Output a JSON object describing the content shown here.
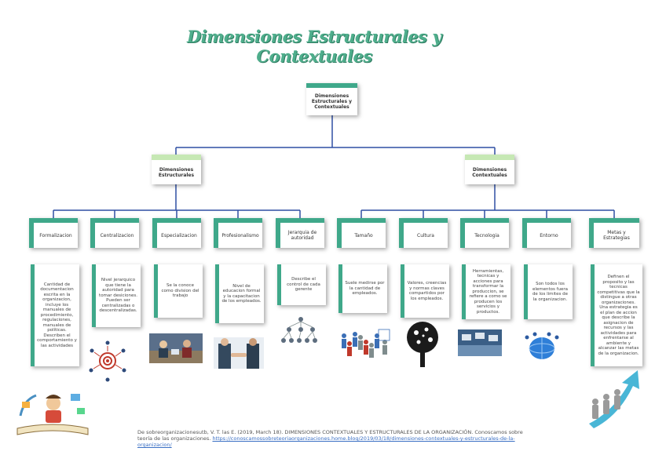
{
  "title": "Dimensiones Estructurales y Contextuales",
  "root": "Dimensiones Estructurales y Contextuales",
  "branches": {
    "estructurales": "Dimensiones Estructurales",
    "contextuales": "Dimensiones Contextuales"
  },
  "categories": [
    {
      "label": "Formalizacion",
      "desc": "Cantidad de documentacion escrita en la organizacion, incluye los manuales de procedimiento, regulaciones, manuales de políticas. Describen el comportamiento y las actividades"
    },
    {
      "label": "Centralizacion",
      "desc": "Nivel jerarquico que tiene la autoridad para tomar desiciones. Pueden ser centralizadas o descentralizadas."
    },
    {
      "label": "Especializacion",
      "desc": "Se la conoce como division del trabajo"
    },
    {
      "label": "Profesionalismo",
      "desc": "Nivel de educacion formal y la capacitacion de los empleados."
    },
    {
      "label": "Jerarquia de autoridad",
      "desc": "Describe el control de cada gerente"
    },
    {
      "label": "Tamaño",
      "desc": "Suele medirse por la cantidad de empleados."
    },
    {
      "label": "Cultura",
      "desc": "Valores, creencias y normas claves compartidos por los empleados."
    },
    {
      "label": "Tecnologia",
      "desc": "Herramientas, tecnicas y acciones para transformar la produccion, se refiere a como se producen los servicios y productos."
    },
    {
      "label": "Entorno",
      "desc": "Son todos los elementos fuera de los limites de la organizacion."
    },
    {
      "label": "Metas y Estrategias",
      "desc": "Definen el proposito y las tecnicas competitivas que la distingue a otras organizaciones. Una estrategia es el plan de accion que describe la asignacion de recursos y las actividades para enfrentarse al ambiente y alcanzar las metas de la organizacion."
    }
  ],
  "citation": {
    "text": "De sobreorganizacionesutb, V. T. las E. (2019, March 18). DIMENSIONES CONTEXTUALES Y ESTRUCTURALES DE LA ORGANIZACIÓN. Conoscamos sobre teoría de las organizaciones.",
    "link": "https://conoscamossobreteoriaorganizaciones.home.blog/2019/03/18/dimensiones-contextuales-y-estructurales-de-la-organizacion/"
  },
  "colors": {
    "accent": "#3fa88a",
    "light_accent": "#c6e8b4",
    "connector": "#2f4fa3",
    "title": "#4fae8c"
  }
}
